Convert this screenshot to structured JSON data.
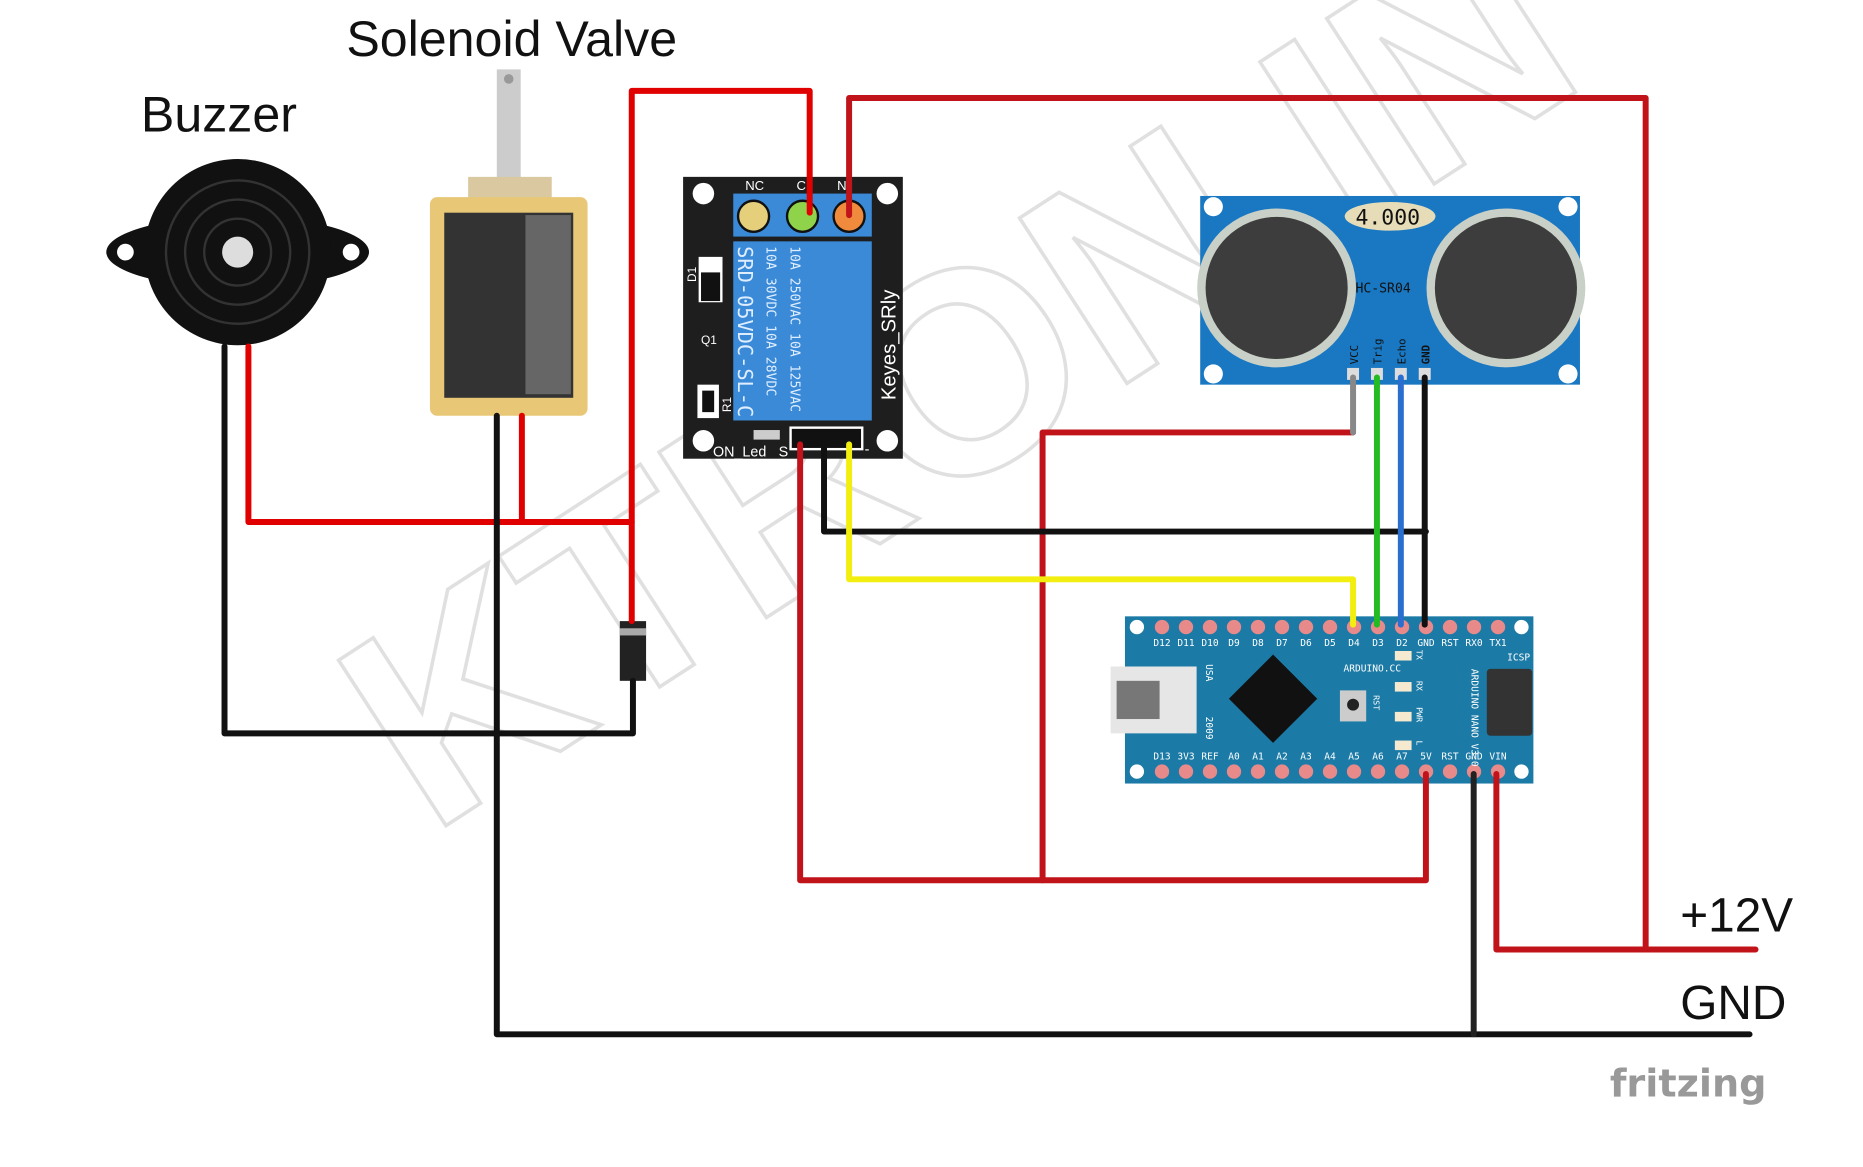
{
  "labels": {
    "buzzer": "Buzzer",
    "solenoid": "Solenoid Valve",
    "vplus": "+12V",
    "gnd": "GND",
    "fritzing": "fritzing",
    "watermark": "KTRON.IN"
  },
  "relay": {
    "model": "SRD-05VDC-SL-C",
    "rating1": "10A 250VAC  10A 125VAC",
    "rating2": "10A  30VDC  10A  28VDC",
    "name": "Keyes_SRly",
    "nc": "NC",
    "c": "C",
    "no": "N",
    "d1": "D1",
    "q1": "Q1",
    "r1": "R1",
    "onled": "ON_Led",
    "s": "S",
    "minus": "-"
  },
  "sensor": {
    "display": "4.000",
    "name": "HC-SR04",
    "pins": [
      "VCC",
      "Trig",
      "Echo",
      "GND"
    ]
  },
  "arduino": {
    "top_pins": [
      "D12",
      "D11",
      "D10",
      "D9",
      "D8",
      "D7",
      "D6",
      "D5",
      "D4",
      "D3",
      "D2",
      "GND",
      "RST",
      "RX0",
      "TX1"
    ],
    "bottom_pins": [
      "D13",
      "3V3",
      "REF",
      "A0",
      "A1",
      "A2",
      "A3",
      "A4",
      "A5",
      "A6",
      "A7",
      "5V",
      "RST",
      "GND",
      "VIN"
    ],
    "brand": "ARDUINO.CC",
    "model": "ARDUINO NANO V3.0",
    "leds": [
      "TX",
      "RX",
      "PWR",
      "L"
    ],
    "rst": "RST",
    "icsp": "ICSP",
    "usa": "USA",
    "year": "2009"
  },
  "colors": {
    "red": "#e00000",
    "darkred": "#c0141a",
    "black": "#111111",
    "green": "#22bb22",
    "blue": "#2a6fd0",
    "yellow": "#f2ee10",
    "board": "#1b7aa6",
    "relay_blue": "#3b8ad8",
    "sensor_blue": "#1a78c2"
  }
}
